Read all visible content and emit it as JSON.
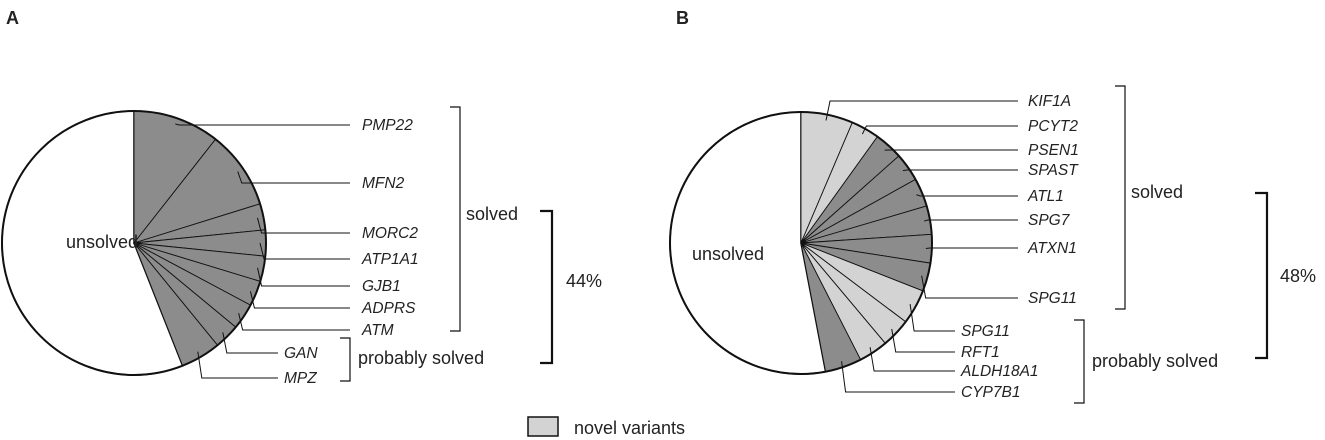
{
  "colors": {
    "solved": "#8c8c8c",
    "novel": "#d3d3d3",
    "unsolved": "#ffffff",
    "stroke": "#111111"
  },
  "chart_data": [
    {
      "type": "pie",
      "panel": "A",
      "unsolved_label": "unsolved",
      "solved_label": "solved",
      "probably_solved_label": "probably solved",
      "percent_label": "44%",
      "slices": [
        {
          "label": "unsolved",
          "group": "unsolved",
          "value": 56
        },
        {
          "label": "PMP22",
          "group": "solved",
          "value": 10.6
        },
        {
          "label": "MFN2",
          "group": "solved",
          "value": 9.6
        },
        {
          "label": "MORC2",
          "group": "solved",
          "value": 3.2
        },
        {
          "label": "ATP1A1",
          "group": "solved",
          "value": 3.2
        },
        {
          "label": "GJB1",
          "group": "solved",
          "value": 3.1
        },
        {
          "label": "ADPRS",
          "group": "solved",
          "value": 3.1
        },
        {
          "label": "ATM",
          "group": "solved",
          "value": 3.2
        },
        {
          "label": "GAN",
          "group": "probably",
          "value": 3.1
        },
        {
          "label": "MPZ",
          "group": "probably",
          "value": 4.9
        }
      ]
    },
    {
      "type": "pie",
      "panel": "B",
      "unsolved_label": "unsolved",
      "solved_label": "solved",
      "probably_solved_label": "probably solved",
      "percent_label": "48%",
      "slices": [
        {
          "label": "unsolved",
          "group": "unsolved",
          "value": 52.9
        },
        {
          "label": "KIF1A",
          "group": "novel",
          "value": 6.4
        },
        {
          "label": "PCYT2",
          "group": "novel",
          "value": 3.5
        },
        {
          "label": "PSEN1",
          "group": "solved",
          "value": 3.5
        },
        {
          "label": "SPAST",
          "group": "solved",
          "value": 3.5
        },
        {
          "label": "ATL1",
          "group": "solved",
          "value": 3.5
        },
        {
          "label": "SPG7",
          "group": "solved",
          "value": 3.5
        },
        {
          "label": "ATXN1",
          "group": "solved",
          "value": 3.5
        },
        {
          "label": "SPG11",
          "group": "solved",
          "value": 3.5
        },
        {
          "label": "SPG11",
          "group": "novel",
          "value": 4.3
        },
        {
          "label": "RFT1",
          "group": "novel",
          "value": 3.6
        },
        {
          "label": "ALDH18A1",
          "group": "novel",
          "value": 3.6
        },
        {
          "label": "CYP7B1",
          "group": "solved",
          "value": 4.5
        }
      ]
    }
  ],
  "legend": {
    "label": "novel variants"
  }
}
